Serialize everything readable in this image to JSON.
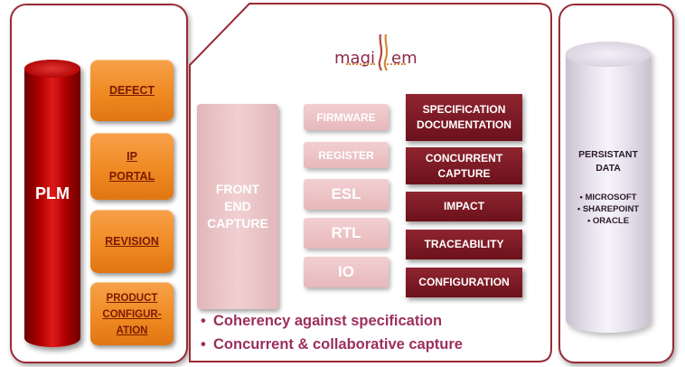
{
  "plm": {
    "label": "PLM"
  },
  "left_buttons": [
    {
      "label": "DEFECT"
    },
    {
      "label": "IP\nPORTAL"
    },
    {
      "label": "REVISION"
    },
    {
      "label": "PRODUCT\nCONFIGUR-\nATION"
    }
  ],
  "logo": {
    "text_left": "magi",
    "text_right": "em"
  },
  "front_end": {
    "label": "FRONT\nEND\nCAPTURE"
  },
  "middle_boxes": [
    {
      "label": "FIRMWARE"
    },
    {
      "label": "REGISTER"
    },
    {
      "label": "ESL"
    },
    {
      "label": "RTL"
    },
    {
      "label": "IO"
    }
  ],
  "right_boxes": [
    {
      "label": "SPECIFICATION\nDOCUMENTATION"
    },
    {
      "label": "CONCURRENT\nCAPTURE"
    },
    {
      "label": "IMPACT"
    },
    {
      "label": "TRACEABILITY"
    },
    {
      "label": "CONFIGURATION"
    }
  ],
  "bullets": [
    {
      "text": "Coherency against specification"
    },
    {
      "text": "Concurrent & collaborative capture"
    }
  ],
  "persistent": {
    "label": "PERSISTANT\nDATA",
    "items": [
      "MICROSOFT",
      "SHAREPOINT",
      "ORACLE"
    ]
  },
  "colors": {
    "border": "#9a2a36",
    "plm_red": "#c00000",
    "orange": "#f08a22",
    "pink": "#e7b8bb",
    "dark_red": "#7a1a24",
    "bullet_text": "#9c2f5c"
  }
}
